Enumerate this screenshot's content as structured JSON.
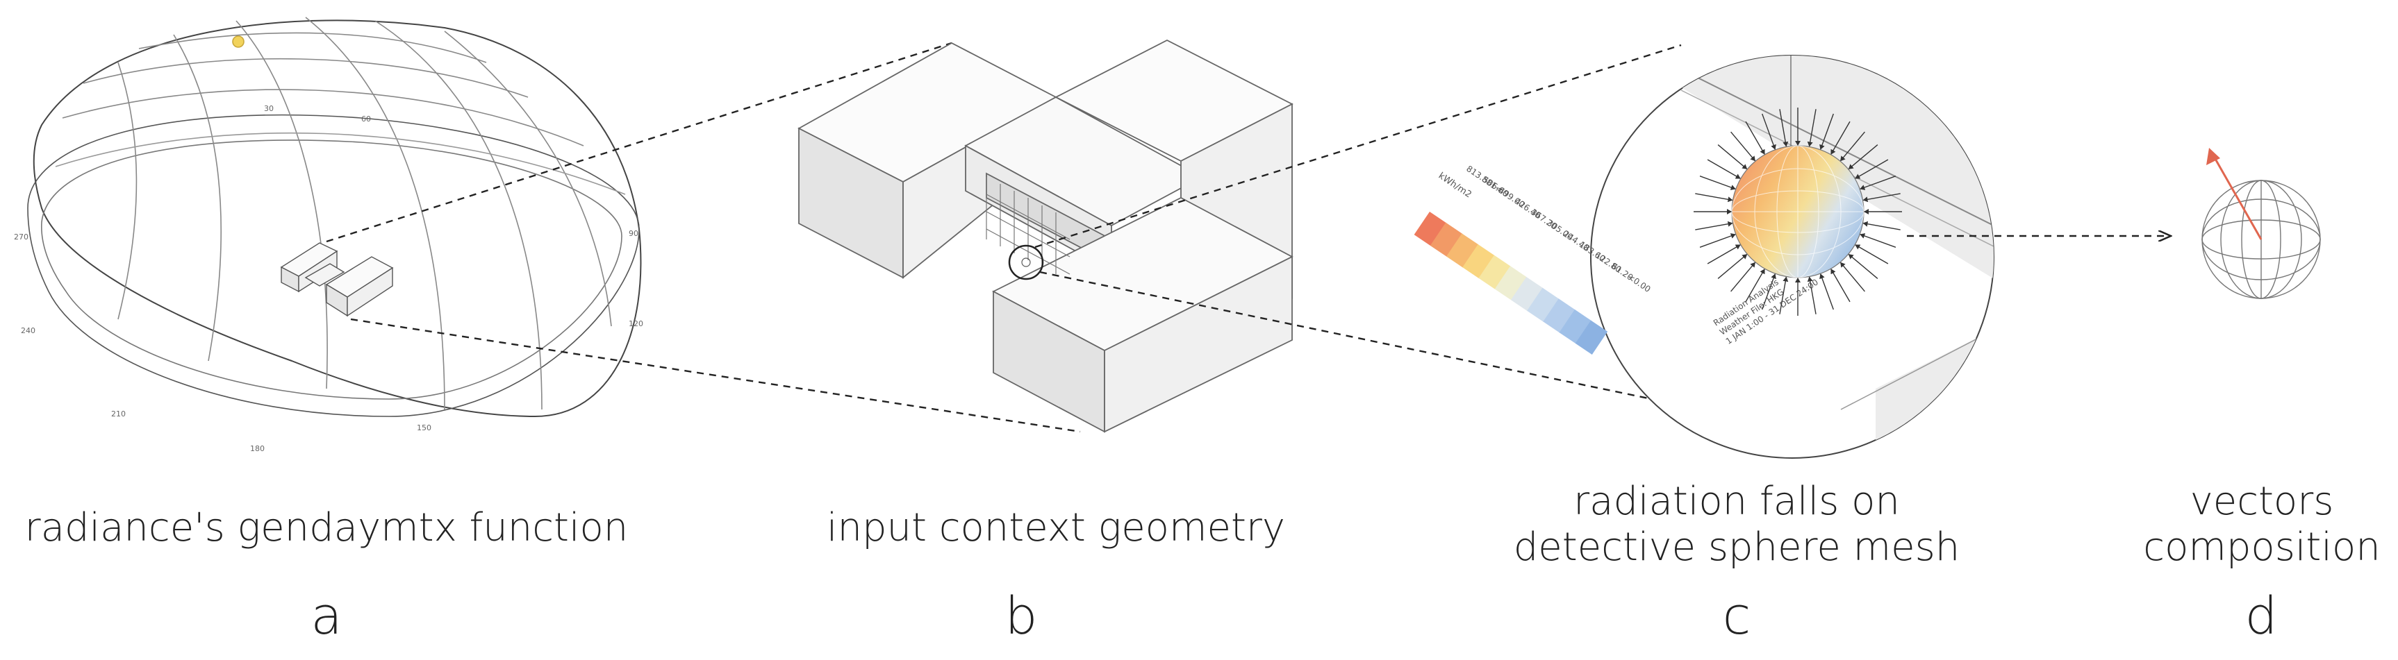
{
  "panels": [
    {
      "id": "a",
      "caption": [
        "radiance's gendaymtx function"
      ],
      "letter": "a"
    },
    {
      "id": "b",
      "caption": [
        "input context geometry"
      ],
      "letter": "b"
    },
    {
      "id": "c",
      "caption": [
        "radiation falls on",
        "detective sphere mesh"
      ],
      "letter": "c"
    },
    {
      "id": "d",
      "caption": [
        "vectors",
        "composition"
      ],
      "letter": "d"
    }
  ],
  "legend": {
    "title": "kWh/m2",
    "values": [
      "813.881<",
      "506.60",
      "499.00",
      "426.40",
      "367.20",
      "305.00",
      "244.40",
      "183.60",
      "122.80",
      "61.20",
      "<0.00"
    ],
    "colors": [
      "#ee7a5c",
      "#f29a66",
      "#f6b970",
      "#f9d57f",
      "#f6e6a2",
      "#eeeed2",
      "#dfe7ec",
      "#c9dbee",
      "#b4cdec",
      "#9fc0e8",
      "#8cb2e2"
    ]
  },
  "radiation_note": [
    "Radiation Analysis",
    "Weather File: HKG",
    "1 JAN 1:00 - 31 DEC 24:00"
  ],
  "colors": {
    "ink": "#222222",
    "line": "#333333",
    "accent_arrow": "#e0664f",
    "sun": "#f2d35c"
  }
}
